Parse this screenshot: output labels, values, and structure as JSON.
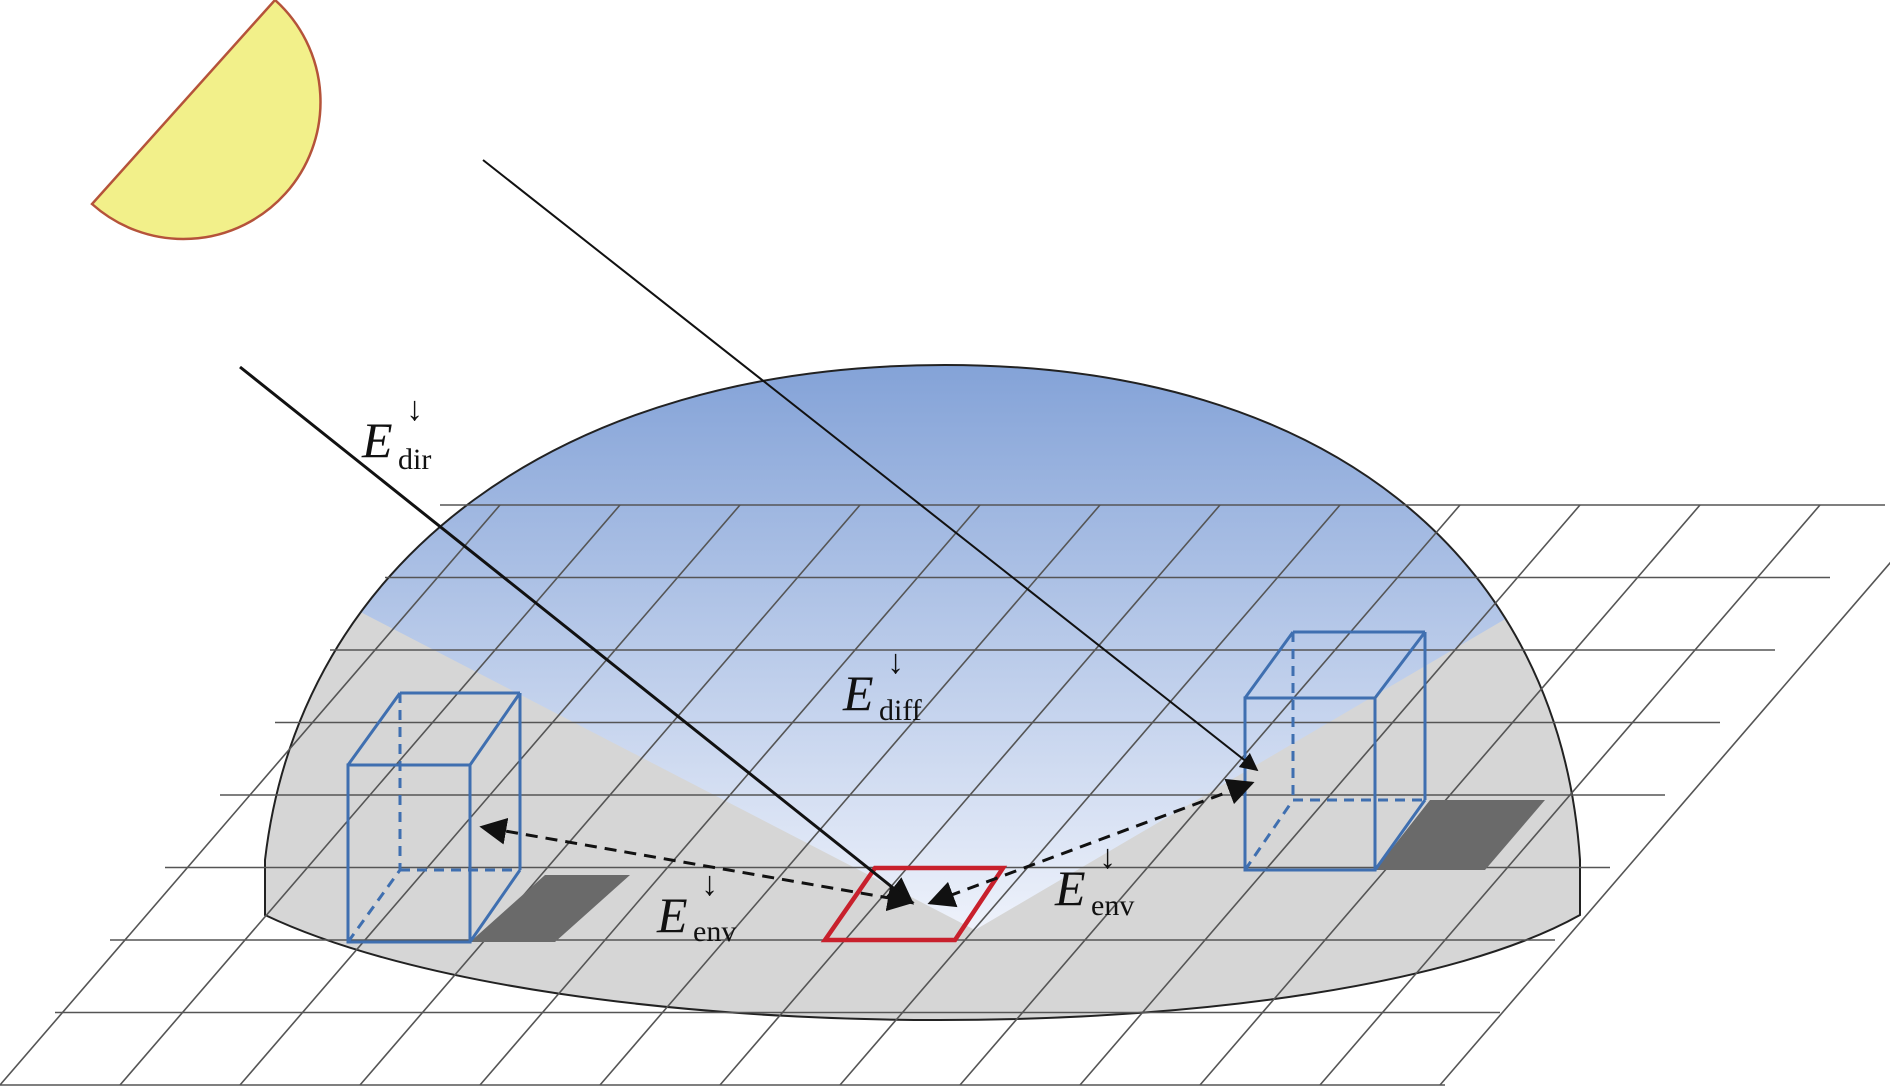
{
  "labels": {
    "direct": {
      "main": "E",
      "sub": "dir",
      "sup": "↓"
    },
    "diffuse": {
      "main": "E",
      "sub": "diff",
      "sup": "↓"
    },
    "env_left": {
      "main": "E",
      "sub": "env",
      "sup": "↓"
    },
    "env_right": {
      "main": "E",
      "sub": "env",
      "sup": "↓"
    }
  },
  "colors": {
    "sun_fill": "#f2f08a",
    "sun_edge": "#b5533a",
    "sky_top": "#7f9fd6",
    "sky_bottom": "#eef2fb",
    "dome_ground": "#d6d6d6",
    "grid": "#555555",
    "building": "#3f6fb0",
    "shadow": "#6a6a6a",
    "target_pixel": "#c8202c",
    "ray": "#111111"
  }
}
